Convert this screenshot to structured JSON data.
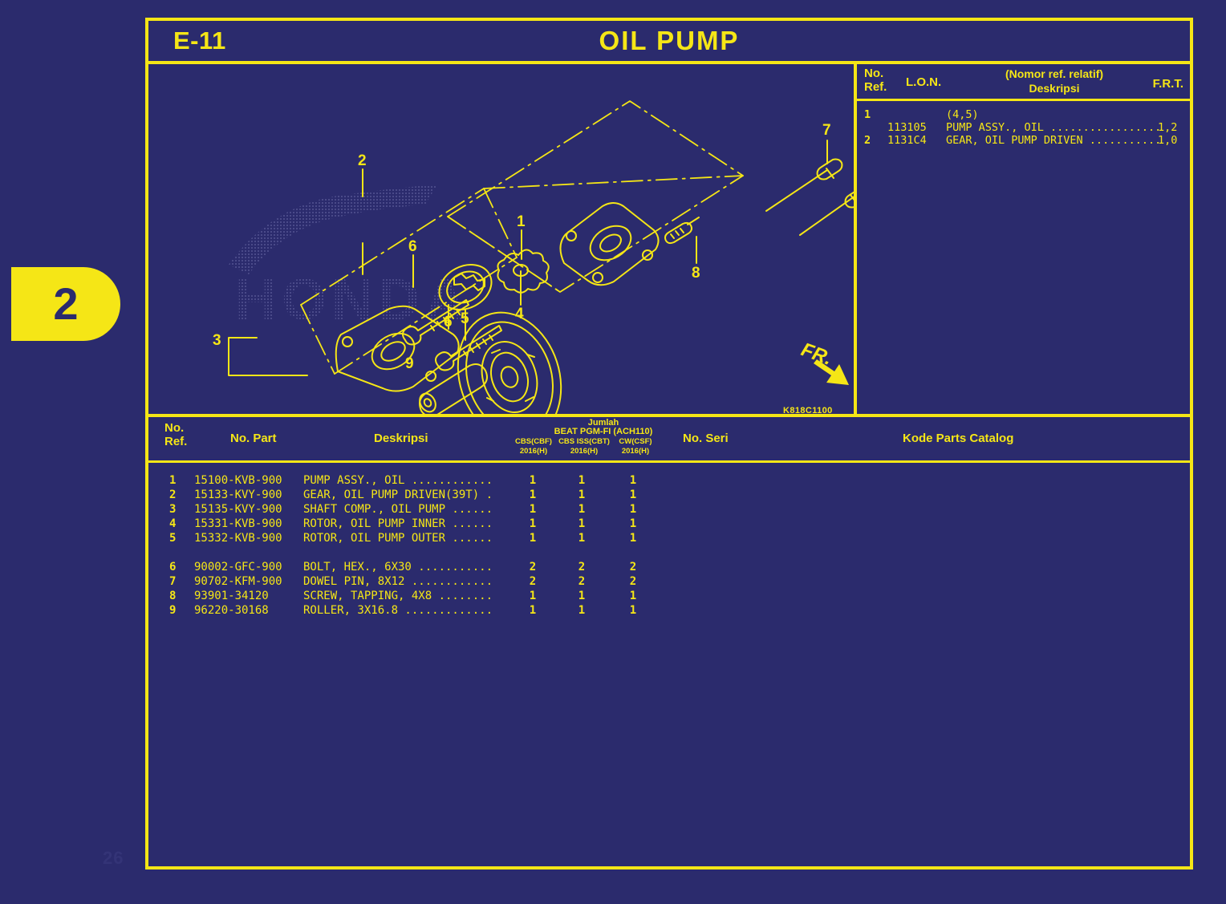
{
  "page_tab": {
    "number": "2"
  },
  "corner_mark": "26",
  "header": {
    "section_code": "E-11",
    "title": "OIL PUMP"
  },
  "diagram": {
    "drawing_code": "K818C1100",
    "direction_label": "FR.",
    "watermark": "HONDA",
    "callouts": [
      "1",
      "2",
      "3",
      "4",
      "5",
      "6",
      "6",
      "7",
      "7",
      "8",
      "9"
    ]
  },
  "lon_table": {
    "headers": {
      "ref": "No.\nRef.",
      "ref_line1": "No.",
      "ref_line2": "Ref.",
      "lon": "L.O.N.",
      "desc_line1": "(Nomor ref. relatif)",
      "desc_line2": "Deskripsi",
      "frt": "F.R.T."
    },
    "rows": [
      {
        "ref": "1",
        "lon": "",
        "desc": "(4,5)",
        "frt": ""
      },
      {
        "ref": "",
        "lon": "113105",
        "desc": "PUMP ASSY., OIL .................",
        "frt": "1,2"
      },
      {
        "ref": "2",
        "lon": "1131C4",
        "desc": "GEAR, OIL PUMP DRIVEN ...........",
        "frt": "1,0"
      }
    ]
  },
  "parts_table": {
    "headers": {
      "ref_line1": "No.",
      "ref_line2": "Ref.",
      "part": "No. Part",
      "desc": "Deskripsi",
      "jumlah": "Jumlah",
      "model": "BEAT PGM-FI (ACH110)",
      "variant1_line1": "CBS(CBF)",
      "variant1_line2": "2016(H)",
      "variant2_line1": "CBS ISS(CBT)",
      "variant2_line2": "2016(H)",
      "variant3_line1": "CW(CSF)",
      "variant3_line2": "2016(H)",
      "seri": "No. Seri",
      "kode": "Kode Parts Catalog"
    },
    "rows": [
      {
        "ref": "1",
        "part": "15100-KVB-900",
        "desc": "PUMP ASSY., OIL ............",
        "q1": "1",
        "q2": "1",
        "q3": "1"
      },
      {
        "ref": "2",
        "part": "15133-KVY-900",
        "desc": "GEAR, OIL PUMP DRIVEN(39T) .",
        "q1": "1",
        "q2": "1",
        "q3": "1"
      },
      {
        "ref": "3",
        "part": "15135-KVY-900",
        "desc": "SHAFT COMP., OIL PUMP ......",
        "q1": "1",
        "q2": "1",
        "q3": "1"
      },
      {
        "ref": "4",
        "part": "15331-KVB-900",
        "desc": "ROTOR, OIL PUMP INNER ......",
        "q1": "1",
        "q2": "1",
        "q3": "1"
      },
      {
        "ref": "5",
        "part": "15332-KVB-900",
        "desc": "ROTOR, OIL PUMP OUTER ......",
        "q1": "1",
        "q2": "1",
        "q3": "1"
      },
      {
        "ref": "",
        "part": "",
        "desc": "",
        "q1": "",
        "q2": "",
        "q3": ""
      },
      {
        "ref": "6",
        "part": "90002-GFC-900",
        "desc": "BOLT, HEX., 6X30 ...........",
        "q1": "2",
        "q2": "2",
        "q3": "2"
      },
      {
        "ref": "7",
        "part": "90702-KFM-900",
        "desc": "DOWEL PIN, 8X12 ............",
        "q1": "2",
        "q2": "2",
        "q3": "2"
      },
      {
        "ref": "8",
        "part": "93901-34120",
        "desc": "SCREW, TAPPING, 4X8 ........",
        "q1": "1",
        "q2": "1",
        "q3": "1"
      },
      {
        "ref": "9",
        "part": "96220-30168",
        "desc": "ROLLER, 3X16.8 .............",
        "q1": "1",
        "q2": "1",
        "q3": "1"
      }
    ]
  },
  "colors": {
    "background": "#2b2b6d",
    "ink": "#f5e616"
  }
}
